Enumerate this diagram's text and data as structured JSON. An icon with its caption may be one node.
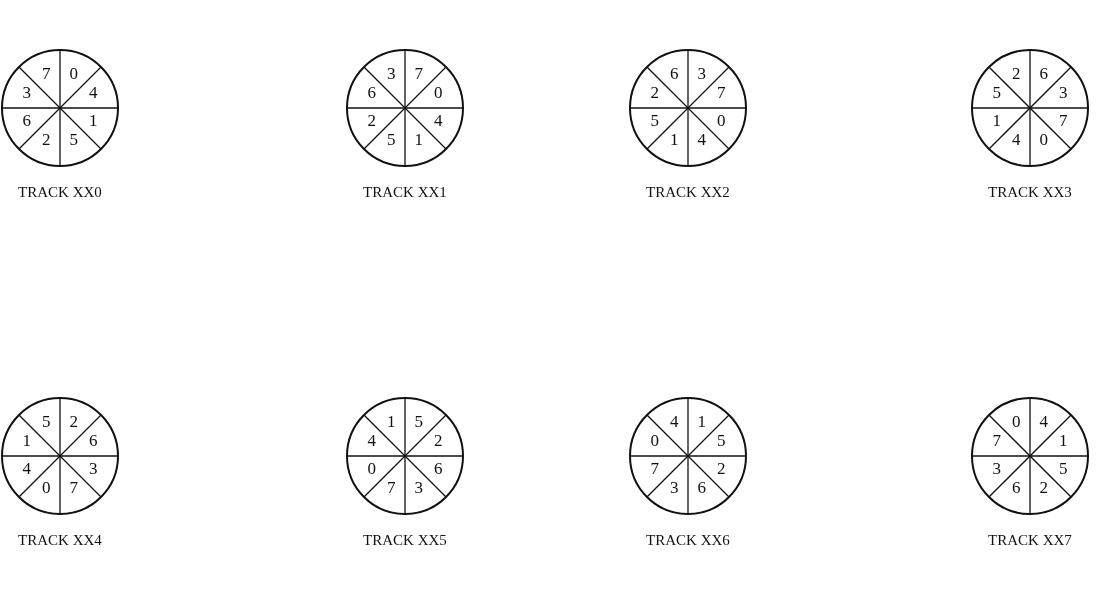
{
  "diagram": {
    "nodes": [
      {
        "text": [
          "TRACK XX0"
        ]
      },
      {
        "text": [
          "0"
        ],
        "in": 0
      },
      {
        "text": [
          "4"
        ],
        "in": 0
      },
      {
        "text": [
          "1"
        ],
        "in": 0
      },
      {
        "text": [
          "5"
        ],
        "in": 0
      },
      {
        "text": [
          "2"
        ],
        "in": 0
      },
      {
        "text": [
          "6"
        ],
        "in": 0
      },
      {
        "text": [
          "3"
        ],
        "in": 0
      },
      {
        "text": [
          "7"
        ],
        "in": 0
      },
      {
        "text": [
          "TRACK XX1"
        ]
      },
      {
        "text": [
          "7"
        ],
        "in": 9
      },
      {
        "text": [
          "0"
        ],
        "in": 9
      },
      {
        "text": [
          "4"
        ],
        "in": 9
      },
      {
        "text": [
          "1"
        ],
        "in": 9
      },
      {
        "text": [
          "5"
        ],
        "in": 9
      },
      {
        "text": [
          "2"
        ],
        "in": 9
      },
      {
        "text": [
          "6"
        ],
        "in": 9
      },
      {
        "text": [
          "3"
        ],
        "in": 9
      },
      {
        "text": [
          "TRACK XX2"
        ]
      },
      {
        "text": [
          "3"
        ],
        "in": 18
      },
      {
        "text": [
          "7"
        ],
        "in": 18
      },
      {
        "text": [
          "0"
        ],
        "in": 18
      },
      {
        "text": [
          "4"
        ],
        "in": 18
      },
      {
        "text": [
          "1"
        ],
        "in": 18
      },
      {
        "text": [
          "5"
        ],
        "in": 18
      },
      {
        "text": [
          "2"
        ],
        "in": 18
      },
      {
        "text": [
          "6"
        ],
        "in": 18
      },
      {
        "text": [
          "TRACK XX3"
        ]
      },
      {
        "text": [
          "6"
        ],
        "in": 27
      },
      {
        "text": [
          "3"
        ],
        "in": 27
      },
      {
        "text": [
          "7"
        ],
        "in": 27
      },
      {
        "text": [
          "0"
        ],
        "in": 27
      },
      {
        "text": [
          "4"
        ],
        "in": 27
      },
      {
        "text": [
          "1"
        ],
        "in": 27
      },
      {
        "text": [
          "5"
        ],
        "in": 27
      },
      {
        "text": [
          "2"
        ],
        "in": 27
      },
      {
        "text": [
          "TRACK XX4"
        ]
      },
      {
        "text": [
          "2"
        ],
        "in": 36
      },
      {
        "text": [
          "6"
        ],
        "in": 36
      },
      {
        "text": [
          "3"
        ],
        "in": 36
      },
      {
        "text": [
          "7"
        ],
        "in": 36
      },
      {
        "text": [
          "0"
        ],
        "in": 36
      },
      {
        "text": [
          "4"
        ],
        "in": 36
      },
      {
        "text": [
          "1"
        ],
        "in": 36
      },
      {
        "text": [
          "5"
        ],
        "in": 36
      },
      {
        "text": [
          "TRACK XX5"
        ]
      },
      {
        "text": [
          "5"
        ],
        "in": 45
      },
      {
        "text": [
          "2"
        ],
        "in": 45
      },
      {
        "text": [
          "6"
        ],
        "in": 45
      },
      {
        "text": [
          "3"
        ],
        "in": 45
      },
      {
        "text": [
          "7"
        ],
        "in": 45
      },
      {
        "text": [
          "0"
        ],
        "in": 45
      },
      {
        "text": [
          "4"
        ],
        "in": 45
      },
      {
        "text": [
          "1"
        ],
        "in": 45
      },
      {
        "text": [
          "TRACK XX6"
        ]
      },
      {
        "text": [
          "1"
        ],
        "in": 54
      },
      {
        "text": [
          "5"
        ],
        "in": 54
      },
      {
        "text": [
          "2"
        ],
        "in": 54
      },
      {
        "text": [
          "6"
        ],
        "in": 54
      },
      {
        "text": [
          "3"
        ],
        "in": 54
      },
      {
        "text": [
          "7"
        ],
        "in": 54
      },
      {
        "text": [
          "0"
        ],
        "in": 54
      },
      {
        "text": [
          "4"
        ],
        "in": 54
      },
      {
        "text": [
          "TRACK XX7"
        ]
      },
      {
        "text": [
          "4"
        ],
        "in": 63
      },
      {
        "text": [
          "1"
        ],
        "in": 63
      },
      {
        "text": [
          "5"
        ],
        "in": 63
      },
      {
        "text": [
          "2"
        ],
        "in": 63
      },
      {
        "text": [
          "6"
        ],
        "in": 63
      },
      {
        "text": [
          "3"
        ],
        "in": 63
      },
      {
        "text": [
          "7"
        ],
        "in": 63
      },
      {
        "text": [
          "0"
        ],
        "in": 63
      }
    ]
  }
}
